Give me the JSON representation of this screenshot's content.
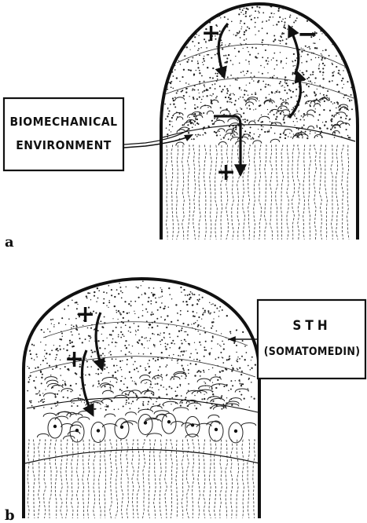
{
  "panel_a": {
    "letter": "a",
    "label_line1": "BIOMECHANICAL",
    "label_line2": "ENVIRONMENT",
    "signs": [
      "+",
      "−",
      "+"
    ]
  },
  "panel_b": {
    "letter": "b",
    "label_line1": "STH",
    "label_line2": "(SOMATOMEDIN)",
    "signs": [
      "+",
      "+"
    ]
  }
}
